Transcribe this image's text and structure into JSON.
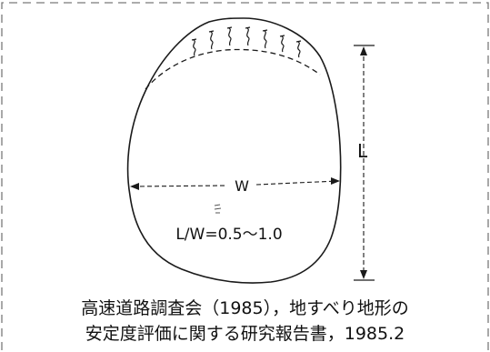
{
  "diagram": {
    "length_label": "L",
    "width_label": "W",
    "ratio_label": "L/W=0.5～1.0"
  },
  "caption": {
    "line1": "高速道路調査会（1985），地すべり地形の",
    "line2": "安定度評価に関する研究報告書，1985.2"
  }
}
